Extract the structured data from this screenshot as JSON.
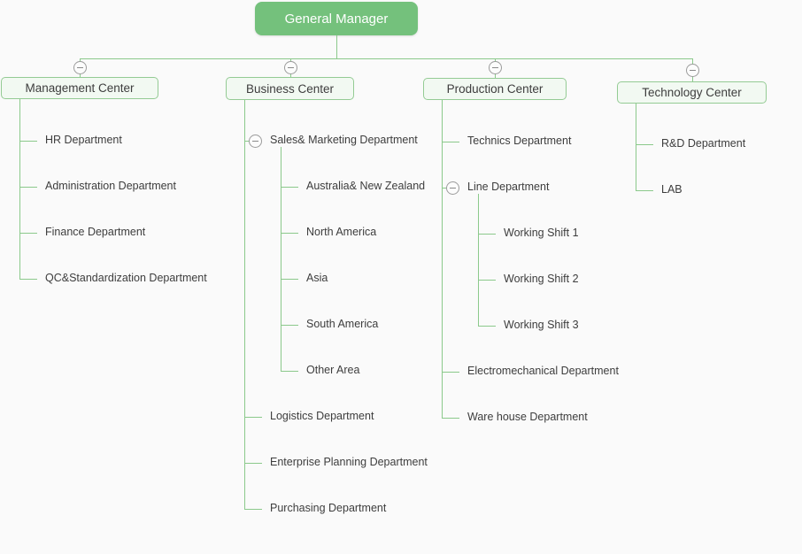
{
  "diagram": {
    "type": "org-chart",
    "root": {
      "label": "General Manager"
    },
    "columns": [
      {
        "id": "management",
        "label": "Management Center",
        "collapse_icon": true,
        "children": [
          {
            "label": "HR Department"
          },
          {
            "label": "Administration Department"
          },
          {
            "label": "Finance Department"
          },
          {
            "label": "QC&Standardization Department"
          }
        ]
      },
      {
        "id": "business",
        "label": "Business Center",
        "collapse_icon": true,
        "children": [
          {
            "label": "Sales& Marketing Department",
            "collapse_icon": true,
            "children": [
              {
                "label": "Australia& New Zealand"
              },
              {
                "label": "North America"
              },
              {
                "label": "Asia"
              },
              {
                "label": "South America"
              },
              {
                "label": "Other Area"
              }
            ]
          },
          {
            "label": "Logistics Department"
          },
          {
            "label": "Enterprise Planning Department"
          },
          {
            "label": "Purchasing Department"
          }
        ]
      },
      {
        "id": "production",
        "label": "Production Center",
        "collapse_icon": true,
        "children": [
          {
            "label": "Technics Department"
          },
          {
            "label": "Line Department",
            "collapse_icon": true,
            "children": [
              {
                "label": "Working Shift 1"
              },
              {
                "label": "Working Shift 2"
              },
              {
                "label": "Working Shift 3"
              }
            ]
          },
          {
            "label": "Electromechanical Department"
          },
          {
            "label": "Ware house Department"
          }
        ]
      },
      {
        "id": "technology",
        "label": "Technology Center",
        "collapse_icon": true,
        "children": [
          {
            "label": "R&D Department"
          },
          {
            "label": "LAB"
          }
        ]
      }
    ],
    "colors": {
      "background": "#fafafa",
      "root_bg": "#74c17c",
      "root_text": "#ffffff",
      "box_bg": "#f2f9f2",
      "box_border": "#94cb94",
      "connector_line": "#8bc98b",
      "text": "#3d3d3d",
      "collapse_border": "#9b9b9b"
    }
  }
}
